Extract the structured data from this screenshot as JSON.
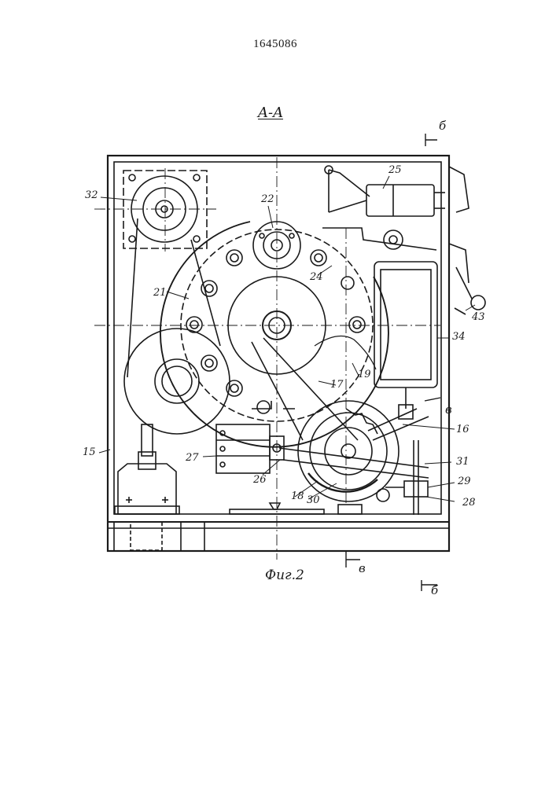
{
  "doc_number": "1645086",
  "section_title": "A-A",
  "figure_caption": "Фиг.2",
  "cut_marks": {
    "b_top": "б",
    "b_bottom": "б",
    "v_right": "в",
    "v_bottom": "в"
  },
  "callouts": {
    "c32": "32",
    "c22": "22",
    "c25": "25",
    "c24": "24",
    "c21": "21",
    "c34": "34",
    "c43": "43",
    "c19": "19",
    "c17": "17",
    "c16": "16",
    "c15": "15",
    "c27": "27",
    "c26": "26",
    "c18": "18",
    "c30": "30",
    "c31": "31",
    "c29": "29",
    "c28": "28"
  }
}
